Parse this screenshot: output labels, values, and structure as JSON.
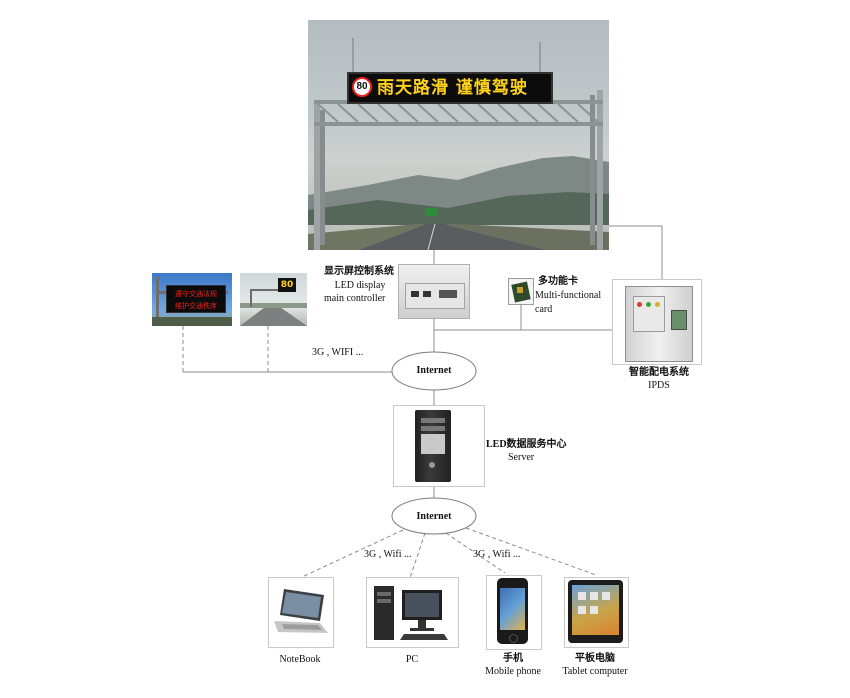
{
  "sign": {
    "speed_limit": "80",
    "message": "雨天路滑 谨慎驾驶"
  },
  "small_sign": {
    "line1": "遵守交通法规",
    "line2": "维护交通秩序",
    "display_text": "80"
  },
  "led_controller": {
    "label_cn": "显示屏控制系统",
    "label_en_1": "LED display",
    "label_en_2": "main controller"
  },
  "multifunction_card": {
    "label_cn": "多功能卡",
    "label_en_1": "Multi-functional",
    "label_en_2": "card"
  },
  "ipds": {
    "label_cn": "智能配电系统",
    "label_en": "IPDS"
  },
  "internet_top": {
    "label": "Internet",
    "link_label": "3G , WIFI ..."
  },
  "server": {
    "label_cn": "LED数据服务中心",
    "label_en": "Server"
  },
  "internet_bottom": {
    "label": "Internet",
    "link_label_left": "3G , Wifi ...",
    "link_label_right": "3G , Wifi ..."
  },
  "devices": [
    {
      "label": "NoteBook"
    },
    {
      "label": "PC"
    },
    {
      "label_cn": "手机",
      "label_en": "Mobile phone"
    },
    {
      "label_cn": "平板电脑",
      "label_en": "Tablet computer"
    }
  ],
  "colors": {
    "line": "#8c8c8c",
    "led_yellow": "#ffd21a",
    "led_red": "#e8231b",
    "sky": "#b9c2c7"
  }
}
